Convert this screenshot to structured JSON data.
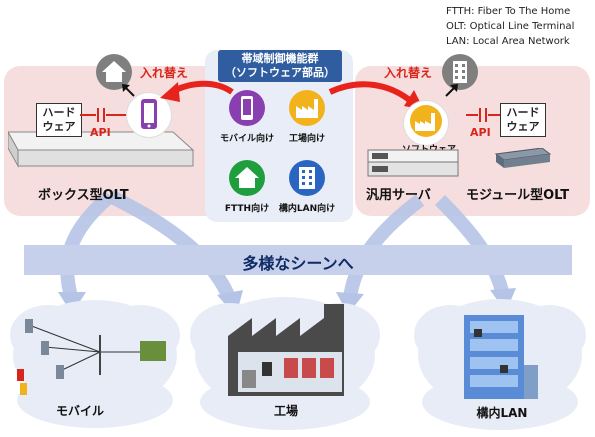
{
  "legend": {
    "ftth": "FTTH: Fiber To The Home",
    "olt": "OLT: Optical Line Terminal",
    "lan": "LAN: Local Area Network"
  },
  "left": {
    "hardware": "ハード\nウェア",
    "api": "API",
    "swap": "入れ替え",
    "caption": "ボックス型OLT"
  },
  "right": {
    "hardware": "ハード\nウェア",
    "api": "API",
    "swap": "入れ替え",
    "software": "ソフトウェア",
    "server_caption": "汎用サーバ",
    "caption": "モジュール型OLT"
  },
  "control_group": {
    "title_line1": "帯域制御機能群",
    "title_line2": "（ソフトウェア部品）",
    "apps": [
      {
        "label": "モバイル向け",
        "color": "#8a3fb0",
        "icon": "smartphone-icon"
      },
      {
        "label": "工場向け",
        "color": "#f2b21b",
        "icon": "factory-icon"
      },
      {
        "label": "FTTH向け",
        "color": "#1e9e3c",
        "icon": "house-icon"
      },
      {
        "label": "構内LAN向け",
        "color": "#2a66c1",
        "icon": "building-icon"
      }
    ]
  },
  "banner": "多様なシーンへ",
  "scenes": {
    "mobile": "モバイル",
    "factory": "工場",
    "lan": "構内LAN"
  }
}
